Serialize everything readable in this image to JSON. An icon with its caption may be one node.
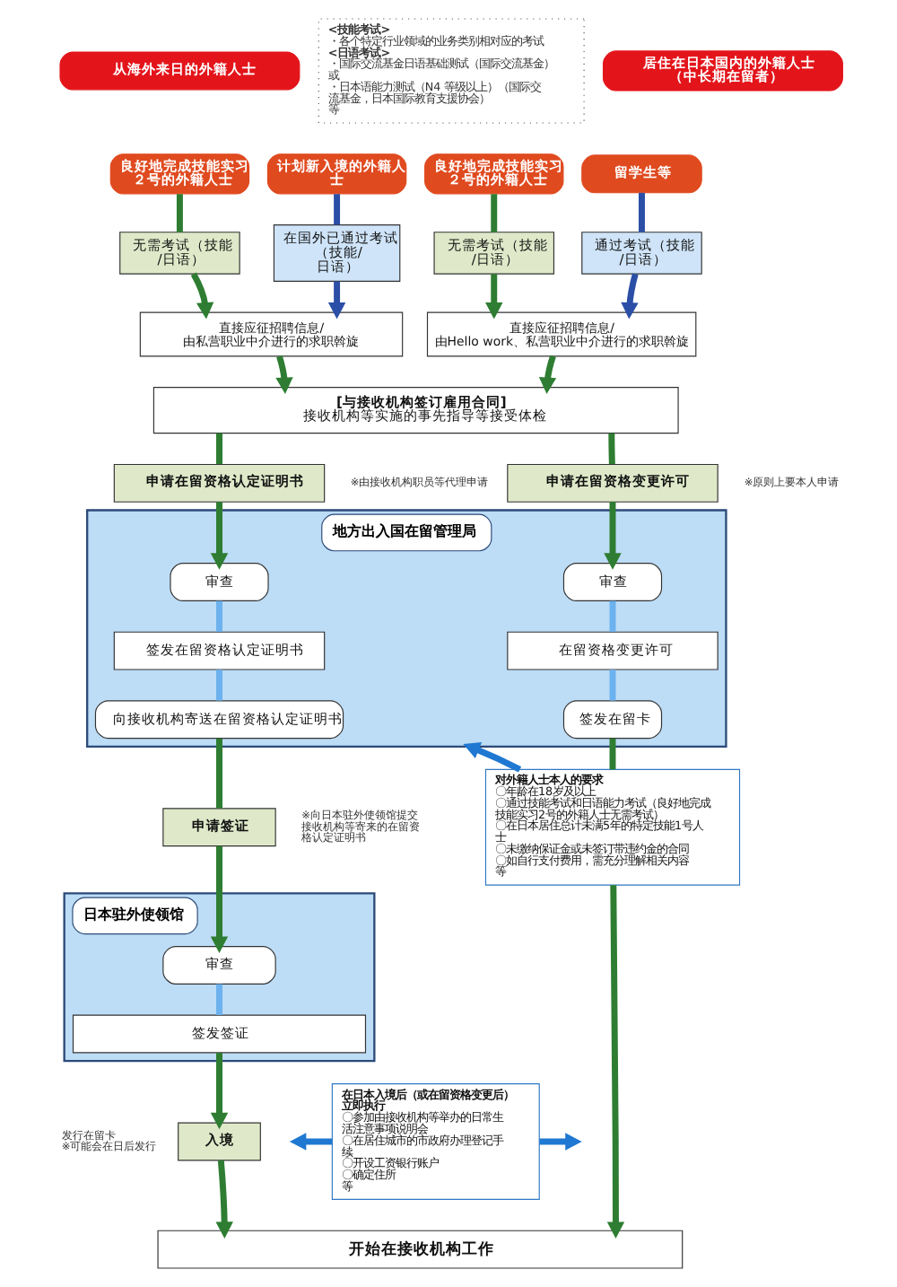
{
  "diagram": {
    "nodes": [
      {
        "text": [
          "从海外来日的外籍人士"
        ]
      },
      {
        "text": [
          "居住在日本国内的外籍人士（中长期在留者）"
        ]
      },
      {
        "text": [
          "良好地完成技能实习２号的外籍人士"
        ]
      },
      {
        "text": [
          "计划新入境的外籍人士"
        ]
      },
      {
        "text": [
          "良好地完成技能实习２号的外籍人士"
        ]
      },
      {
        "text": [
          "留学生等"
        ]
      },
      {
        "text": [
          "无需考试（技能/日语）"
        ]
      },
      {
        "text": [
          "在国外已通过考试（技能/日语）"
        ]
      },
      {
        "text": [
          "无需考试（技能/日语）"
        ]
      },
      {
        "text": [
          "通过考试（技能/日语）"
        ]
      },
      {
        "text": [
          "直接应征招聘信息/由私营职业中介进行的求职斡旋"
        ]
      },
      {
        "text": [
          "直接应征招聘信息/由Hello work、私营职业中介进行的求职斡旋"
        ]
      },
      {
        "text": [
          "[与接收机构签订雇用合同]",
          "接收机构等实施的事先指导等接受体检"
        ]
      },
      {
        "text": [
          "申请在留资格认定证明书"
        ],
        "beside": [
          "※由接收机构职员等代理申请"
        ]
      },
      {
        "text": [
          "申请在留资格变更许可"
        ],
        "beside": [
          "※原则上要本人申请"
        ]
      },
      {
        "text": [
          "地方出入国在留管理局"
        ]
      },
      {
        "text": [
          "审查"
        ],
        "in": 15
      },
      {
        "text": [
          "签发在留资格认定证明书"
        ],
        "in": 15
      },
      {
        "text": [
          "向接收机构寄送在留资格认定证明书"
        ],
        "in": 15
      },
      {
        "text": [
          "审查"
        ],
        "in": 15
      },
      {
        "text": [
          "在留资格变更许可"
        ],
        "in": 15
      },
      {
        "text": [
          "签发在留卡"
        ],
        "in": 15
      },
      {
        "text": [
          "申请签证"
        ],
        "beside": [
          "※向日本驻外使领馆提交接收机构等寄来的在留资格认定证明书"
        ]
      },
      {
        "text": [
          "日本驻外使领馆"
        ]
      },
      {
        "text": [
          "审查"
        ],
        "in": 23
      },
      {
        "text": [
          "签发签证"
        ],
        "in": 23
      },
      {
        "text": [
          "入境"
        ],
        "beside": [
          "发行在留卡",
          "※可能会在日后发行"
        ]
      },
      {
        "text": [
          "对外籍人士本人的要求",
          "〇年龄在18岁及以上",
          "〇通过技能考试和日语能力考试（良好地完成技能实习2号的外籍人士无需考试）",
          "〇在日本居住总计未满5年的特定技能1号人士",
          "〇未缴纳保证金或未签订带违约金的合同",
          "〇如自行支付费用，需充分理解相关内容",
          "等"
        ]
      },
      {
        "text": [
          "在日本入境后（或在留资格变更后）立即执行",
          "〇参加由接收机构等举办的日常生活注意事项说明会",
          "〇在居住城市的市政府办理登记手续",
          "〇开设工资银行账户",
          "〇确定住所",
          "等"
        ]
      },
      {
        "text": [
          "开始在接收机构工作"
        ]
      },
      {
        "text": [
          "<技能考试>",
          "・各个特定行业领域的业务类别相对应的考试",
          "<日语考试>",
          "・国际交流基金日语基础测试（国际交流基金）",
          "或",
          "・日本语能力测试（N4 等级以上）（国际交流基金，日本国际教育支援协会）",
          "等"
        ]
      }
    ],
    "edges": [
      {
        "from": 2,
        "to": 6,
        "arrow": "none"
      },
      {
        "from": 6,
        "to": 10,
        "arrow": "to"
      },
      {
        "from": 3,
        "to": 7,
        "arrow": "none",
        "color": "#2b4fa6"
      },
      {
        "from": 7,
        "to": 10,
        "arrow": "to",
        "color": "#2b4fa6"
      },
      {
        "from": 4,
        "to": 8,
        "arrow": "none"
      },
      {
        "from": 8,
        "to": 11,
        "arrow": "to"
      },
      {
        "from": 5,
        "to": 9,
        "arrow": "none",
        "color": "#2b4fa6"
      },
      {
        "from": 9,
        "to": 11,
        "arrow": "to",
        "color": "#2b4fa6"
      },
      {
        "from": 10,
        "to": 12,
        "arrow": "to"
      },
      {
        "from": 11,
        "to": 12,
        "arrow": "to"
      },
      {
        "from": 12,
        "to": 13,
        "arrow": "none"
      },
      {
        "from": 13,
        "to": 16,
        "arrow": "to"
      },
      {
        "from": 16,
        "to": 17,
        "arrow": "none",
        "color": "#6cb2ee"
      },
      {
        "from": 17,
        "to": 18,
        "arrow": "none",
        "color": "#6cb2ee"
      },
      {
        "from": 18,
        "to": 22,
        "arrow": "none"
      },
      {
        "from": 22,
        "to": 24,
        "arrow": "to"
      },
      {
        "from": 24,
        "to": 25,
        "arrow": "none",
        "color": "#6cb2ee"
      },
      {
        "from": 25,
        "to": 26,
        "arrow": "to"
      },
      {
        "from": 26,
        "to": 29,
        "arrow": "to"
      },
      {
        "from": 12,
        "to": 14,
        "arrow": "none"
      },
      {
        "from": 14,
        "to": 19,
        "arrow": "to"
      },
      {
        "from": 19,
        "to": 20,
        "arrow": "none",
        "color": "#6cb2ee"
      },
      {
        "from": 20,
        "to": 21,
        "arrow": "none",
        "color": "#6cb2ee"
      },
      {
        "from": 21,
        "to": 27,
        "arrow": "none"
      },
      {
        "from": 27,
        "to": 29,
        "arrow": "to"
      },
      {
        "from": 27,
        "to": 15,
        "arrow": "to",
        "color": "#1f78d1"
      },
      {
        "from": 28,
        "to": null,
        "arrow": "to",
        "color": "#1f78d1"
      },
      {
        "from": 28,
        "to": null,
        "arrow": "to",
        "color": "#1f78d1"
      }
    ]
  }
}
